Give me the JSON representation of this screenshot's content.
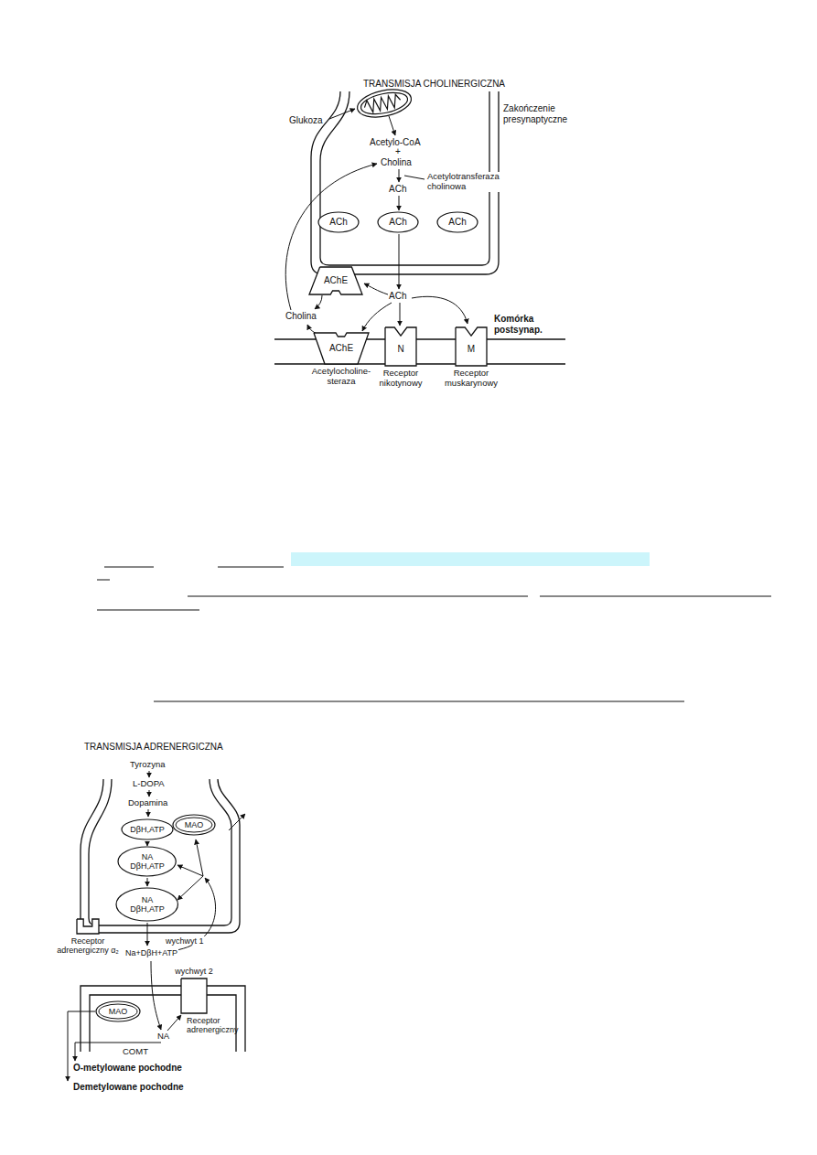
{
  "diagram": {
    "nodes": [
      {
        "text": [
          "ACh"
        ]
      },
      {
        "text": [
          "ACh"
        ]
      },
      {
        "text": [
          "ACh"
        ]
      },
      {
        "text": [
          "AChE"
        ]
      },
      {
        "text": [
          "AChE",
          "Acetylocholine- steraza"
        ]
      },
      {
        "text": [
          "N",
          "Receptor nikotynowy"
        ]
      },
      {
        "text": [
          "M",
          "Receptor muskarynowy"
        ]
      },
      {
        "text": [
          "DβH,ATP"
        ]
      },
      {
        "text": [
          "NA DβH,ATP"
        ]
      },
      {
        "text": [
          "MAO"
        ]
      },
      {
        "text": [
          "NA DβH,ATP"
        ]
      },
      {
        "text": [
          "Receptor adrenergiczny α₂"
        ]
      },
      {
        "text": [
          "wychwyt 2"
        ]
      },
      {
        "text": [
          "MAO"
        ]
      }
    ],
    "labels": [
      "TRANSMISJA CHOLINERGICZNA",
      "Glukoza",
      "Zakończenie presynaptyczne",
      "Acetylo-CoA",
      "+",
      "Cholina",
      "Acetylotransferaza cholinowa",
      "ACh",
      "ACh",
      "Cholina",
      "Komórka postsynap.",
      "TRANSMISJA ADRENERGICZNA",
      "Tyrozyna",
      "L-DOPA",
      "Dopamina",
      "wychwyt 1",
      "Na+DβH+ATP",
      "Receptor adrenergiczny",
      "NA",
      "COMT",
      "O-metylowane pochodne",
      "Demetylowane pochodne"
    ]
  }
}
